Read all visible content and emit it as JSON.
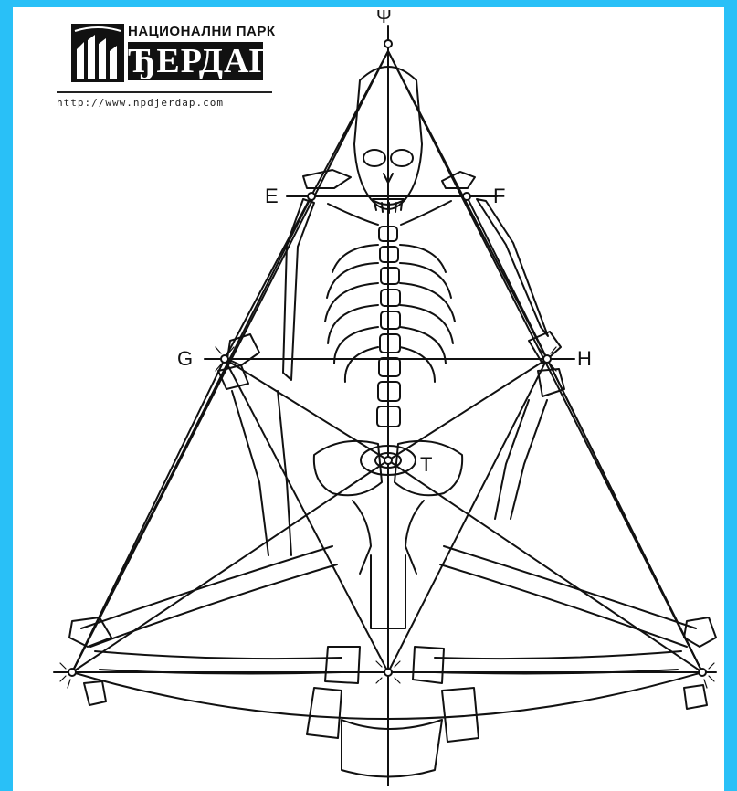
{
  "logo": {
    "name_top": "НАЦИОНАЛНИ ПАРК",
    "name_main": "ЂЕРДАП",
    "url": "http://www.npdjerdap.com"
  },
  "points": {
    "e": "E",
    "f": "F",
    "g": "G",
    "h": "H",
    "t": "T",
    "psi": "Ψ"
  },
  "colors": {
    "background": "#29c0f7",
    "paper": "#ffffff",
    "ink": "#111111"
  }
}
